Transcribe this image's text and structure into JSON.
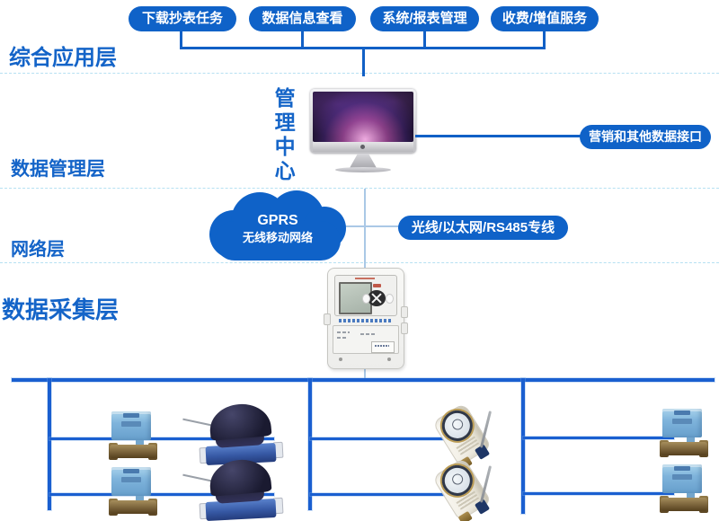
{
  "layer_labels": {
    "application": "综合应用层",
    "data_management": "数据管理层",
    "network": "网络层",
    "data_collection": "数据采集层"
  },
  "application_boxes": [
    {
      "label": "下载抄表任务"
    },
    {
      "label": "数据信息查看"
    },
    {
      "label": "系统/报表管理"
    },
    {
      "label": "收费/增值服务"
    }
  ],
  "management_center_label": "管理中心",
  "marketing_interface_label": "营销和其他数据接口",
  "gprs_cloud": {
    "line1": "GPRS",
    "line2": "无线移动网络"
  },
  "wired_network_label": "光线/以太网/RS485专线",
  "icons": {
    "management-computer-icon": "imac desktop with purple galaxy wallpaper",
    "gprs-cloud-icon": "blue cloud shape",
    "data-collector-icon": "white wall-mount concentrator with LCD and keypad",
    "motor-valve-icon": "light-blue actuator on brass ball valve",
    "wireless-water-meter-icon": "dark dome wireless water meter",
    "prepaid-water-meter-icon": "white tilted water meter with round dial"
  },
  "colors": {
    "primary_blue": "#0f62c8",
    "label_blue": "#1464c8",
    "bus_blue": "#1a5fd0",
    "light_line_blue": "#aac8e6",
    "divider_blue": "#b6e0f2",
    "text_on_blue": "#ffffff"
  }
}
